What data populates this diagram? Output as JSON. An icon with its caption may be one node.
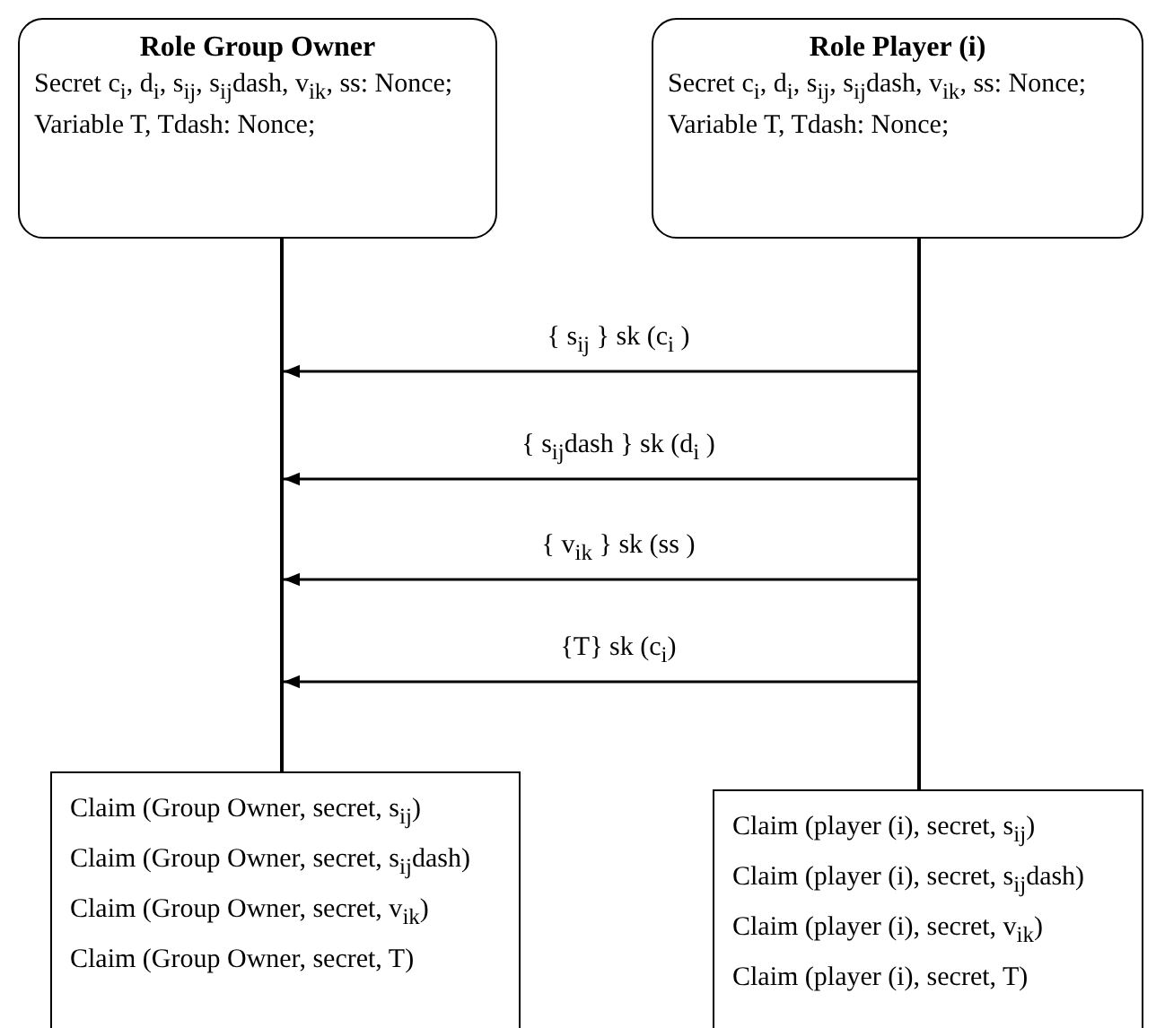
{
  "diagram": {
    "nodes": [
      {
        "text": [
          "Role Group Owner",
          "Secret c$_{i}$, d$_{i}$, s$_{ij}$, s$_{ij}$dash, v$_{ik}$, ss: Nonce;",
          "Variable T, Tdash: Nonce;"
        ]
      },
      {
        "text": [
          "Role Player (i)",
          "Secret c$_{i}$, d$_{i}$, s$_{ij}$, s$_{ij}$dash, v$_{ik}$, ss: Nonce;",
          "Variable T, Tdash: Nonce;"
        ]
      },
      {
        "text": [
          "Claim (Group Owner, secret, s$_{ij}$)",
          "Claim (Group Owner, secret, s$_{ij}$dash)",
          "Claim (Group Owner, secret, v$_{ik}$)",
          "Claim (Group Owner, secret, T)"
        ]
      },
      {
        "text": [
          "Claim (player (i), secret, s$_{ij}$)",
          "Claim (player (i), secret, s$_{ij}$dash)",
          "Claim (player (i), secret, v$_{ik}$)",
          "Claim (player (i), secret, T)"
        ]
      },
      {
        "text": [],
        "shape": "line"
      },
      {
        "text": [],
        "shape": "line"
      }
    ],
    "edges": [
      {
        "from": 5,
        "to": 4,
        "arrow": "to",
        "label": "{ s$_{ij}$ } sk (c$_{i}$ )"
      },
      {
        "from": 5,
        "to": 4,
        "arrow": "to",
        "label": "{ s$_{ij}$dash } sk (d$_{i}$ )"
      },
      {
        "from": 5,
        "to": 4,
        "arrow": "to",
        "label": "{ v$_{ik}$ } sk (ss )"
      },
      {
        "from": 5,
        "to": 4,
        "arrow": "to",
        "label": "{T} sk (c$_{i}$)"
      }
    ]
  }
}
